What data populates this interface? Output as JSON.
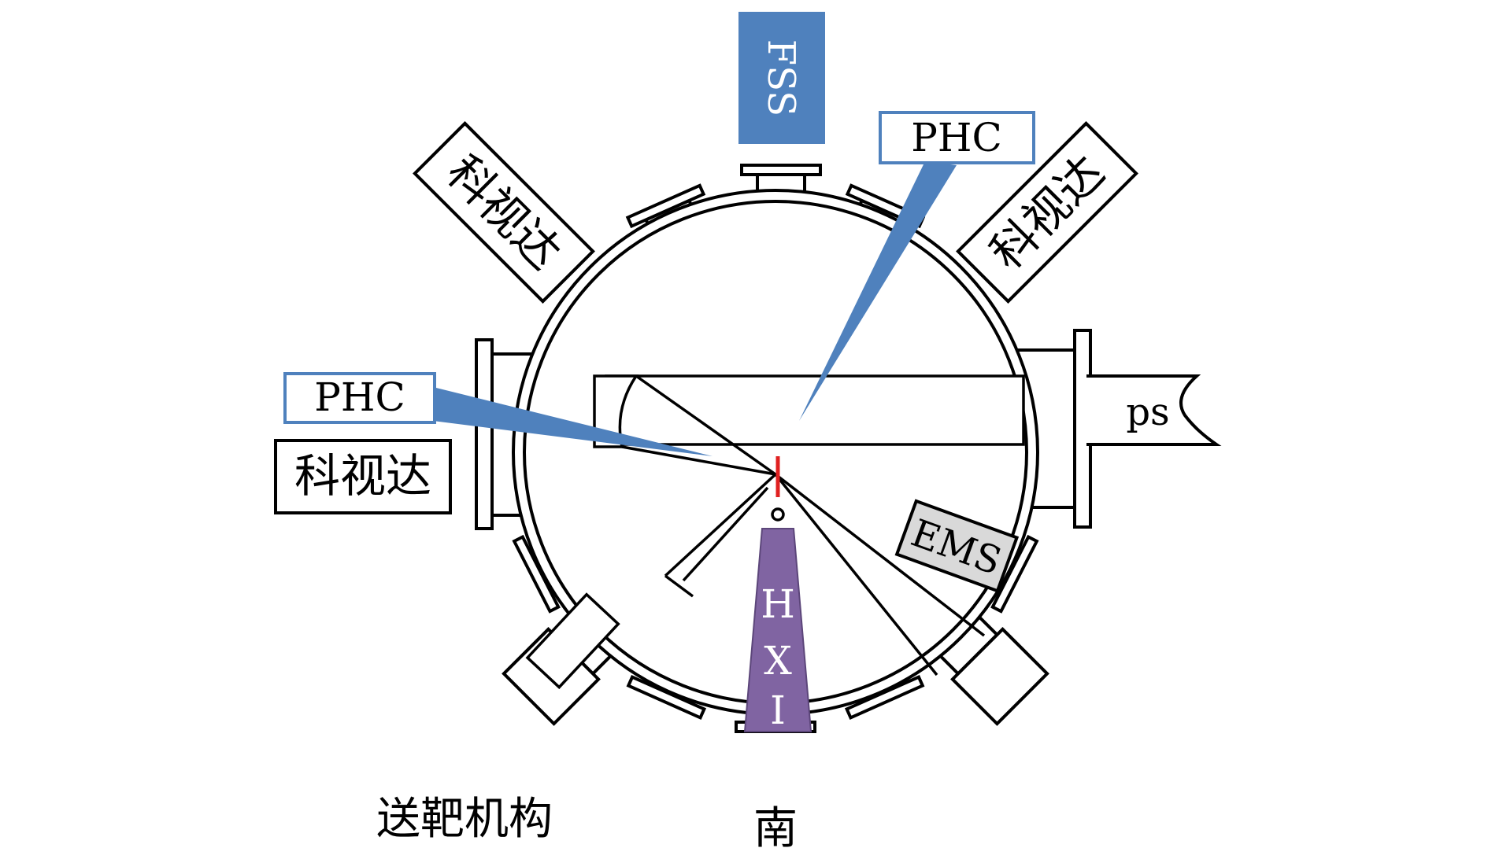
{
  "labels": {
    "fss": "FSS",
    "phc_top": "PHC",
    "phc_left": "PHC",
    "kesd_upper_left": "科视达",
    "kesd_upper_right": "科视达",
    "kesd_left": "科视达",
    "ems": "EMS",
    "ps": "ps",
    "hxi_h": "H",
    "hxi_x": "X",
    "hxi_i": "I",
    "target_mechanism": "送靶机构",
    "south": "南"
  },
  "colors": {
    "line": "#000000",
    "fss_fill": "#4f81bd",
    "phc_border": "#4f81bd",
    "cone_fill": "#4f81bd",
    "hxi_fill": "#8064a2",
    "target": "#e02020",
    "ems_fill": "#d9d9d9"
  }
}
